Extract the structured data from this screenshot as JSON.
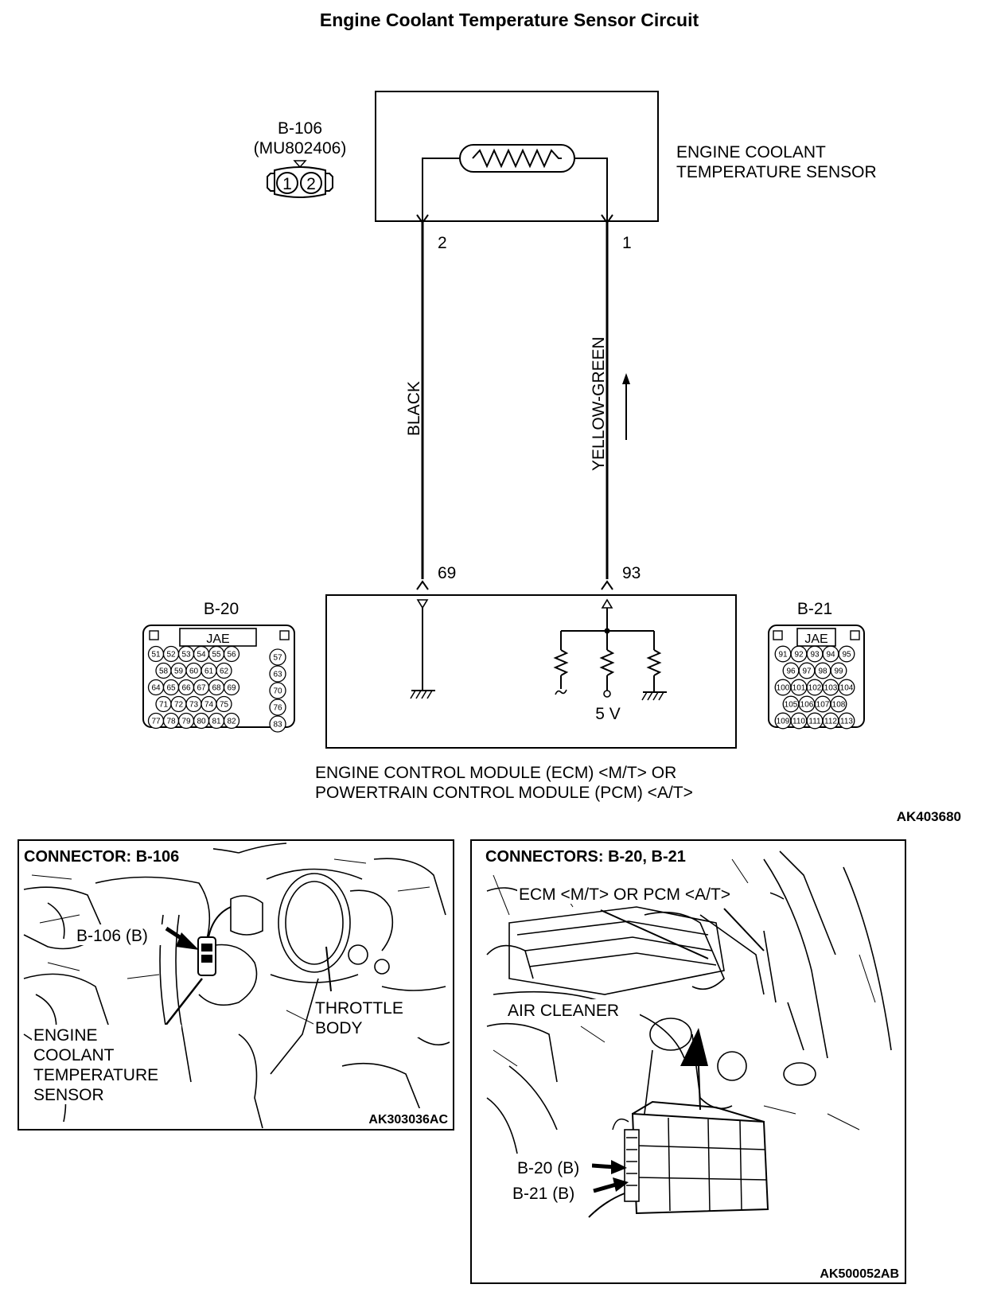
{
  "title": "Engine Coolant Temperature Sensor Circuit",
  "sensor": {
    "connector_id": "B-106",
    "part_number": "(MU802406)",
    "pin_labels": [
      "1",
      "2"
    ],
    "name_line1": "ENGINE COOLANT",
    "name_line2": "TEMPERATURE SENSOR"
  },
  "wires": {
    "left_pin_top": "2",
    "right_pin_top": "1",
    "left_color": "BLACK",
    "right_color": "YELLOW-GREEN",
    "left_pin_bottom": "69",
    "right_pin_bottom": "93"
  },
  "ecm": {
    "voltage": "5 V",
    "name_line1": "ENGINE CONTROL MODULE (ECM) <M/T> OR",
    "name_line2": "POWERTRAIN CONTROL MODULE (PCM) <A/T>"
  },
  "connector_b20": {
    "id": "B-20",
    "brand": "JAE",
    "rows": [
      [
        "51",
        "52",
        "53",
        "54",
        "55",
        "56"
      ],
      [
        "58",
        "59",
        "60",
        "61",
        "62"
      ],
      [
        "64",
        "65",
        "66",
        "67",
        "68",
        "69"
      ],
      [
        "71",
        "72",
        "73",
        "74",
        "75"
      ],
      [
        "77",
        "78",
        "79",
        "80",
        "81",
        "82"
      ]
    ],
    "side_pins": [
      "57",
      "63",
      "70",
      "76",
      "83"
    ]
  },
  "connector_b21": {
    "id": "B-21",
    "brand": "JAE",
    "rows": [
      [
        "91",
        "92",
        "93",
        "94",
        "95"
      ],
      [
        "96",
        "97",
        "98",
        "99"
      ],
      [
        "100",
        "101",
        "102",
        "103",
        "104"
      ],
      [
        "105",
        "106",
        "107",
        "108"
      ],
      [
        "109",
        "110",
        "111",
        "112",
        "113"
      ]
    ]
  },
  "diagram_code": "AK403680",
  "panel_left": {
    "title": "CONNECTOR: B-106",
    "callout": "B-106 (B)",
    "sensor_line1": "ENGINE",
    "sensor_line2": "COOLANT",
    "sensor_line3": "TEMPERATURE",
    "sensor_line4": "SENSOR",
    "throttle_line1": "THROTTLE",
    "throttle_line2": "BODY",
    "code": "AK303036AC"
  },
  "panel_right": {
    "title": "CONNECTORS: B-20, B-21",
    "ecm_label": "ECM <M/T> OR PCM <A/T>",
    "air_cleaner": "AIR CLEANER",
    "b20": "B-20 (B)",
    "b21": "B-21 (B)",
    "code": "AK500052AB"
  }
}
